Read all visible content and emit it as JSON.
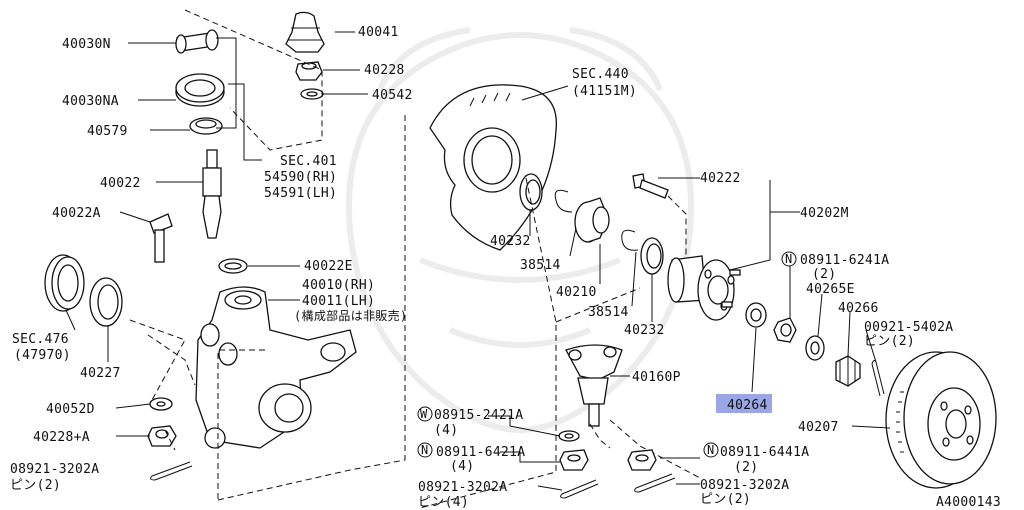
{
  "diagram_id": "A4000143",
  "highlight_color": "#9aa6e6",
  "watermark": "samurai-helmet-icon",
  "callouts": {
    "c40030N": "40030N",
    "c40030NA": "40030NA",
    "c40579": "40579",
    "c40022": "40022",
    "c40022A": "40022A",
    "sec476": "SEC.476",
    "sec476_sub": "(47970)",
    "c40227": "40227",
    "c40052D": "40052D",
    "c40228A": "40228+A",
    "c08921_3202A_l": "08921-3202A",
    "pin2_l": "ピン(2)",
    "c40041": "40041",
    "c40228": "40228",
    "c40542": "40542",
    "sec401": "SEC.401",
    "sec401_rh": "54590(RH)",
    "sec401_lh": "54591(LH)",
    "c40022E": "40022E",
    "c40010": "40010(RH)",
    "c40011": "40011(LH)",
    "note_not_sold": "(構成部品は非販売)",
    "sec440": "SEC.440",
    "sec440_sub": "(41151M)",
    "c40232_a": "40232",
    "c38514_a": "38514",
    "c40210": "40210",
    "c38514_b": "38514",
    "c40232_b": "40232",
    "c40160P": "40160P",
    "c08915_2421A": "08915-2421A",
    "qty4_a": "(4)",
    "c08911_6421A": "08911-6421A",
    "qty4_b": "(4)",
    "c08921_3202A_m": "08921-3202A",
    "pin4": "ピン(4)",
    "c40222": "40222",
    "c40202M": "40202M",
    "c08911_6241A": "08911-6241A",
    "qty2_a": "(2)",
    "c40265E": "40265E",
    "c40266": "40266",
    "c00921_5402A": "00921-5402A",
    "pin2_r": "ピン(2)",
    "c40264": "40264",
    "c08911_6441A": "08911-6441A",
    "qty2_b": "(2)",
    "c08921_3202A_r": "08921-3202A",
    "pin2_r2": "ピン(2)",
    "c40207": "40207",
    "circle_W": "W",
    "circle_N": "N"
  }
}
